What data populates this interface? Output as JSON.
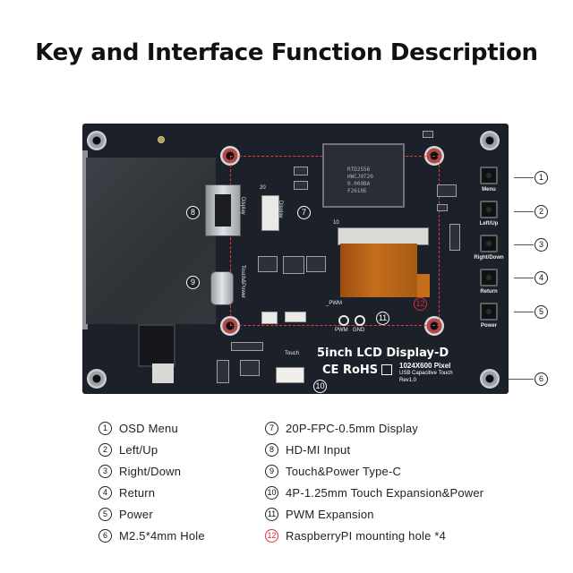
{
  "title": "Key and Interface Function Description",
  "colors": {
    "board": "#1c2129",
    "mounting_box": "#e0403c",
    "highlight_number": "#d9302b",
    "fpc_cable": "#c46e1c"
  },
  "board": {
    "product_name": "5inch LCD Display-D",
    "certifications": "CE RoHS",
    "resolution": "1024X600 Pixel",
    "touch_type": "USB Capacitive Touch",
    "revision": "Rev1.0",
    "label_display_hdmi": "Display",
    "label_display_fpc": "Display",
    "label_fpc_pin": "20",
    "label_fpc_connector": "10",
    "label_touch_power": "Touch&Power",
    "label_pwm": "PWM",
    "label_gnd": "GND",
    "label_touch": "Touch",
    "label_pwm_pad": "_PWM",
    "chip_marking": [
      "RTD2556",
      "HWCJ9T20",
      "0.000BA",
      "F2610E"
    ],
    "buttons": [
      {
        "label": "Menu",
        "number": "1"
      },
      {
        "label": "Left/Up",
        "number": "2"
      },
      {
        "label": "Right/Down",
        "number": "3"
      },
      {
        "label": "Return",
        "number": "4"
      },
      {
        "label": "Power",
        "number": "5"
      }
    ],
    "callouts_left": [
      {
        "number": "8"
      },
      {
        "number": "9"
      }
    ],
    "callout_fpc": "7",
    "callout_pwm": "11",
    "callout_mount": "12",
    "callout_touch": "10",
    "callout_hole": "6"
  },
  "legend": {
    "left": [
      {
        "number": "1",
        "text": "OSD Menu"
      },
      {
        "number": "2",
        "text": "Left/Up"
      },
      {
        "number": "3",
        "text": "Right/Down"
      },
      {
        "number": "4",
        "text": "Return"
      },
      {
        "number": "5",
        "text": "Power"
      },
      {
        "number": "6",
        "text": "M2.5*4mm Hole"
      }
    ],
    "right": [
      {
        "number": "7",
        "text": "20P-FPC-0.5mm Display"
      },
      {
        "number": "8",
        "text": "HD-MI Input"
      },
      {
        "number": "9",
        "text": "Touch&Power Type-C"
      },
      {
        "number": "10",
        "text": "4P-1.25mm Touch Expansion&Power"
      },
      {
        "number": "11",
        "text": "PWM Expansion"
      },
      {
        "number": "12",
        "text": "RaspberryPI mounting hole *4",
        "highlight": true
      }
    ]
  }
}
